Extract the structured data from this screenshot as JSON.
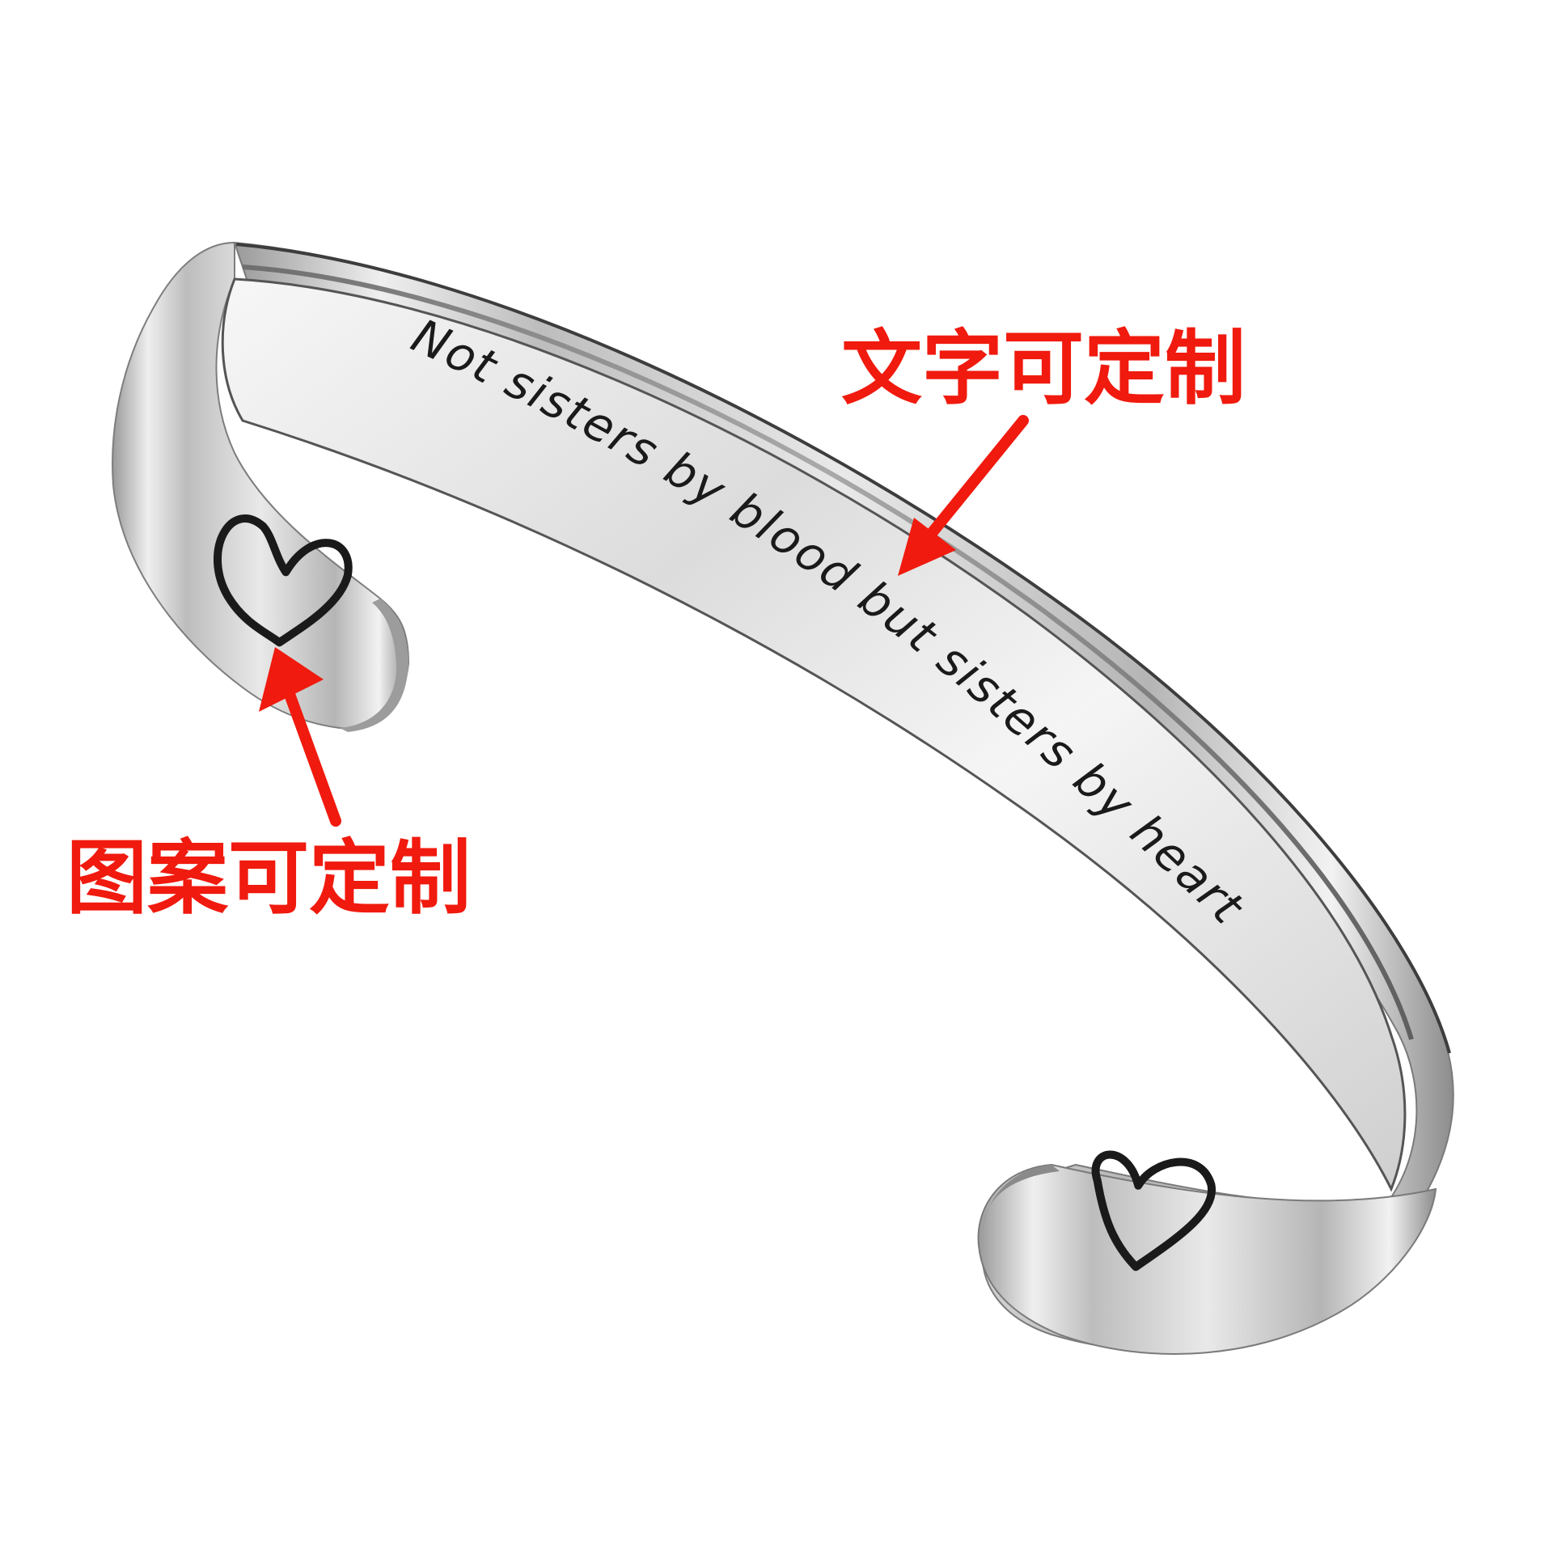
{
  "engraving_text": "Not sisters by blood but sisters by heart",
  "callouts": {
    "text_customizable": "文字可定制",
    "pattern_customizable": "图案可定制"
  },
  "icons": {
    "left_end": "heart-icon",
    "right_end": "heart-icon"
  },
  "colors": {
    "callout": "#f01a0e",
    "engraving": "#1a1a1a",
    "metal_light": "#f4f4f4",
    "metal_mid": "#c8c8c8",
    "metal_dark": "#7a7a7a"
  }
}
